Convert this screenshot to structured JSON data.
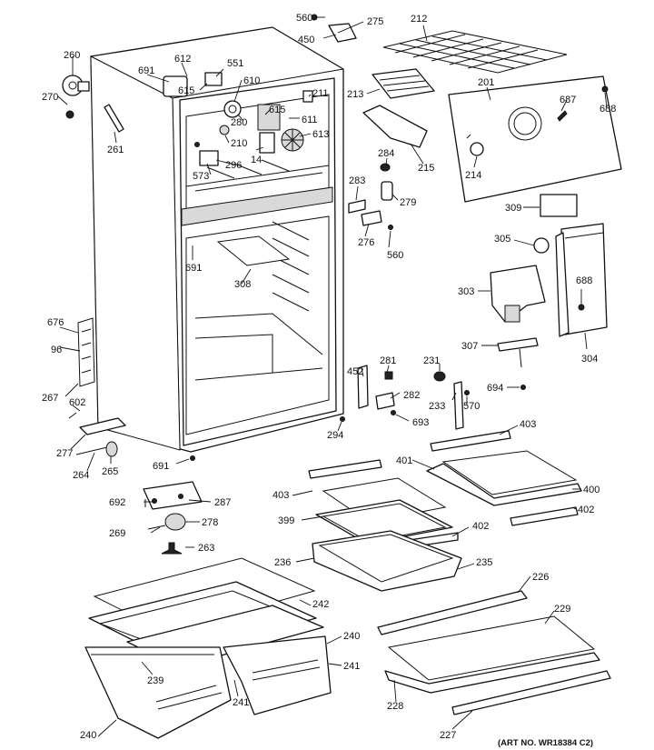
{
  "art_number": "(ART NO. WR18384 C2)",
  "parts": [
    {
      "id": "p560a",
      "label": "560"
    },
    {
      "id": "p275",
      "label": "275"
    },
    {
      "id": "p212",
      "label": "212"
    },
    {
      "id": "p450",
      "label": "450"
    },
    {
      "id": "p260",
      "label": "260"
    },
    {
      "id": "p270",
      "label": "270"
    },
    {
      "id": "p612",
      "label": "612"
    },
    {
      "id": "p691a",
      "label": "691"
    },
    {
      "id": "p551",
      "label": "551"
    },
    {
      "id": "p615a",
      "label": "615"
    },
    {
      "id": "p610",
      "label": "610"
    },
    {
      "id": "p615b",
      "label": "615"
    },
    {
      "id": "p211",
      "label": "211"
    },
    {
      "id": "p611",
      "label": "611"
    },
    {
      "id": "p280",
      "label": "280"
    },
    {
      "id": "p613",
      "label": "613"
    },
    {
      "id": "p210",
      "label": "210"
    },
    {
      "id": "p296",
      "label": "296"
    },
    {
      "id": "p14",
      "label": "14"
    },
    {
      "id": "p573",
      "label": "573"
    },
    {
      "id": "p261",
      "label": "261"
    },
    {
      "id": "p213",
      "label": "213"
    },
    {
      "id": "p201",
      "label": "201"
    },
    {
      "id": "p687",
      "label": "687"
    },
    {
      "id": "p688a",
      "label": "688"
    },
    {
      "id": "p215",
      "label": "215"
    },
    {
      "id": "p284",
      "label": "284"
    },
    {
      "id": "p214",
      "label": "214"
    },
    {
      "id": "p283",
      "label": "283"
    },
    {
      "id": "p279",
      "label": "279"
    },
    {
      "id": "p309",
      "label": "309"
    },
    {
      "id": "p276",
      "label": "276"
    },
    {
      "id": "p560b",
      "label": "560"
    },
    {
      "id": "p305",
      "label": "305"
    },
    {
      "id": "p691b",
      "label": "691"
    },
    {
      "id": "p308",
      "label": "308"
    },
    {
      "id": "p688b",
      "label": "688"
    },
    {
      "id": "p303",
      "label": "303"
    },
    {
      "id": "p676",
      "label": "676"
    },
    {
      "id": "p307",
      "label": "307"
    },
    {
      "id": "p304",
      "label": "304"
    },
    {
      "id": "p96",
      "label": "96"
    },
    {
      "id": "p281",
      "label": "281"
    },
    {
      "id": "p231",
      "label": "231"
    },
    {
      "id": "p452",
      "label": "452"
    },
    {
      "id": "p694",
      "label": "694"
    },
    {
      "id": "p267",
      "label": "267"
    },
    {
      "id": "p282",
      "label": "282"
    },
    {
      "id": "p233",
      "label": "233"
    },
    {
      "id": "p570",
      "label": "570"
    },
    {
      "id": "p602",
      "label": "602"
    },
    {
      "id": "p693",
      "label": "693"
    },
    {
      "id": "p294",
      "label": "294"
    },
    {
      "id": "p403a",
      "label": "403"
    },
    {
      "id": "p277",
      "label": "277"
    },
    {
      "id": "p401",
      "label": "401"
    },
    {
      "id": "p264",
      "label": "264"
    },
    {
      "id": "p265",
      "label": "265"
    },
    {
      "id": "p691c",
      "label": "691"
    },
    {
      "id": "p403b",
      "label": "403"
    },
    {
      "id": "p400",
      "label": "400"
    },
    {
      "id": "p402a",
      "label": "402"
    },
    {
      "id": "p692",
      "label": "692"
    },
    {
      "id": "p287",
      "label": "287"
    },
    {
      "id": "p399",
      "label": "399"
    },
    {
      "id": "p278",
      "label": "278"
    },
    {
      "id": "p269",
      "label": "269"
    },
    {
      "id": "p402b",
      "label": "402"
    },
    {
      "id": "p263",
      "label": "263"
    },
    {
      "id": "p236",
      "label": "236"
    },
    {
      "id": "p235",
      "label": "235"
    },
    {
      "id": "p226",
      "label": "226"
    },
    {
      "id": "p242",
      "label": "242"
    },
    {
      "id": "p229",
      "label": "229"
    },
    {
      "id": "p240a",
      "label": "240"
    },
    {
      "id": "p241a",
      "label": "241"
    },
    {
      "id": "p239",
      "label": "239"
    },
    {
      "id": "p241b",
      "label": "241"
    },
    {
      "id": "p228",
      "label": "228"
    },
    {
      "id": "p227",
      "label": "227"
    },
    {
      "id": "p240b",
      "label": "240"
    }
  ]
}
